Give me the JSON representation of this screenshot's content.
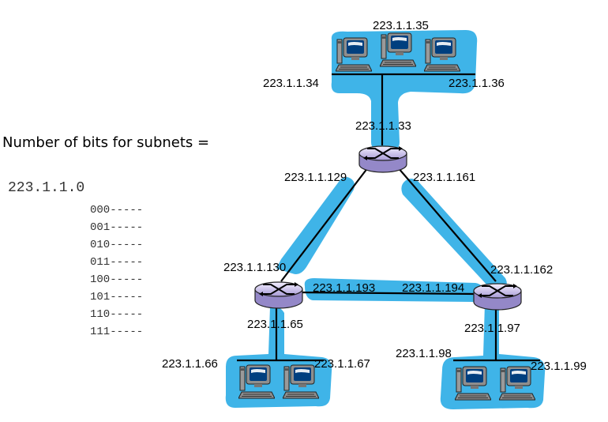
{
  "title": "Number of bits for subnets =",
  "base_address": "223.1.1.0",
  "patterns": [
    "000-----",
    "001-----",
    "010-----",
    "011-----",
    "100-----",
    "101-----",
    "110-----",
    "111-----"
  ],
  "ips": {
    "top_host_center": "223.1.1.35",
    "top_host_left": "223.1.1.34",
    "top_host_right": "223.1.1.36",
    "router_top_up": "223.1.1.33",
    "router_top_left": "223.1.1.129",
    "router_top_right": "223.1.1.161",
    "router_left_up": "223.1.1.130",
    "router_left_right": "223.1.1.193",
    "router_right_left": "223.1.1.194",
    "router_right_up": "223.1.1.162",
    "router_left_down": "223.1.1.65",
    "router_right_down": "223.1.1.97",
    "host_bl_left": "223.1.1.66",
    "host_bl_right": "223.1.1.67",
    "host_br_left": "223.1.1.98",
    "host_br_right": "223.1.1.99"
  },
  "colors": {
    "subnet": "#3FB4E8",
    "link": "#000000"
  }
}
